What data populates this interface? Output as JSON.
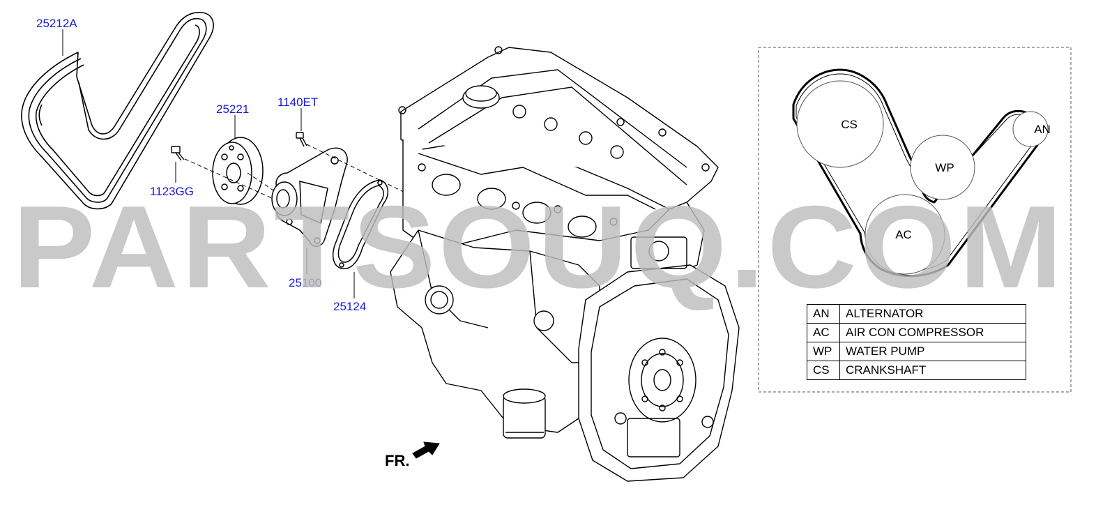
{
  "colors": {
    "callout": "#1a1adc",
    "line": "#000000",
    "watermark": "#bdbdbd"
  },
  "callouts": {
    "belt": "25212A",
    "pulley": "25221",
    "bolt_pulley": "1123GG",
    "bolt_pump": "1140ET",
    "water_pump": "25100",
    "gasket": "25124"
  },
  "direction": {
    "label": "FR.",
    "icon": "arrow-icon"
  },
  "watermark": {
    "text": "PARTSOUQ.COM"
  },
  "belt_layout": {
    "pulleys": {
      "cs": "CS",
      "wp": "WP",
      "an": "AN",
      "ac": "AC"
    }
  },
  "legend": [
    {
      "code": "AN",
      "description": "ALTERNATOR"
    },
    {
      "code": "AC",
      "description": "AIR CON COMPRESSOR"
    },
    {
      "code": "WP",
      "description": "WATER PUMP"
    },
    {
      "code": "CS",
      "description": "CRANKSHAFT"
    }
  ]
}
